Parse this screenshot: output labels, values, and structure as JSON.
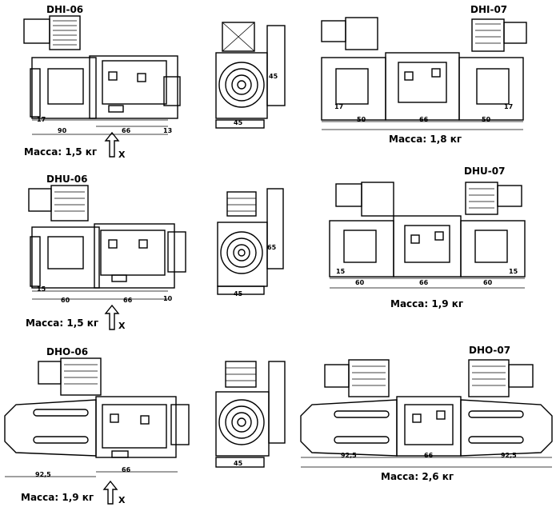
{
  "rows": [
    {
      "left_title": "DHI-06",
      "right_title": "DHI-07",
      "left_mass": "Масса: 1,5 кг",
      "right_mass": "Масса: 1,8 кг",
      "axis": "X",
      "left_dims": [
        "17",
        "90",
        "66",
        "13"
      ],
      "mid_dims": [
        "45",
        "45"
      ],
      "right_dims": [
        "17",
        "50",
        "66",
        "50",
        "17"
      ]
    },
    {
      "left_title": "DHU-06",
      "right_title": "DHU-07",
      "left_mass": "Масса: 1,5 кг",
      "right_mass": "Масса: 1,9 кг",
      "axis": "X",
      "left_dims": [
        "15",
        "60",
        "66",
        "10"
      ],
      "mid_dims": [
        "45",
        "65"
      ],
      "right_dims": [
        "15",
        "60",
        "66",
        "60",
        "15"
      ]
    },
    {
      "left_title": "DHO-06",
      "right_title": "DHO-07",
      "left_mass": "Масса: 1,9 кг",
      "right_mass": "Масса: 2,6 кг",
      "axis": "X",
      "left_dims": [
        "92,5",
        "66"
      ],
      "mid_dims": [
        "45"
      ],
      "right_dims": [
        "92,5",
        "66",
        "92,5"
      ]
    }
  ]
}
